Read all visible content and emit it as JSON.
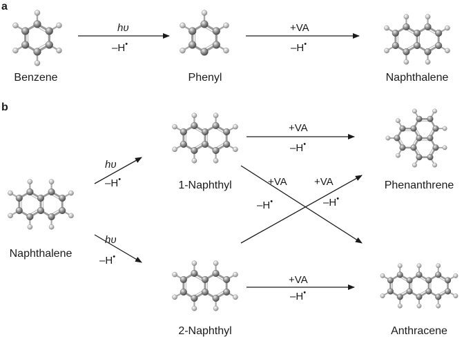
{
  "panels": {
    "a": "a",
    "b": "b"
  },
  "molecules": {
    "benzene": "Benzene",
    "phenyl": "Phenyl",
    "naphthalene_a": "Naphthalene",
    "naphthalene_b": "Naphthalene",
    "naphthyl1": "1-Naphthyl",
    "naphthyl2": "2-Naphthyl",
    "phenanthrene": "Phenanthrene",
    "anthracene": "Anthracene"
  },
  "conditions": {
    "photon": "hυ",
    "minus_h": "–H",
    "radical_dot": "•",
    "plus_va": "+VA"
  },
  "colors": {
    "carbon": "#8a8a8a",
    "hydrogen": "#c4c4c4",
    "arrow": "#1a1a1a"
  }
}
